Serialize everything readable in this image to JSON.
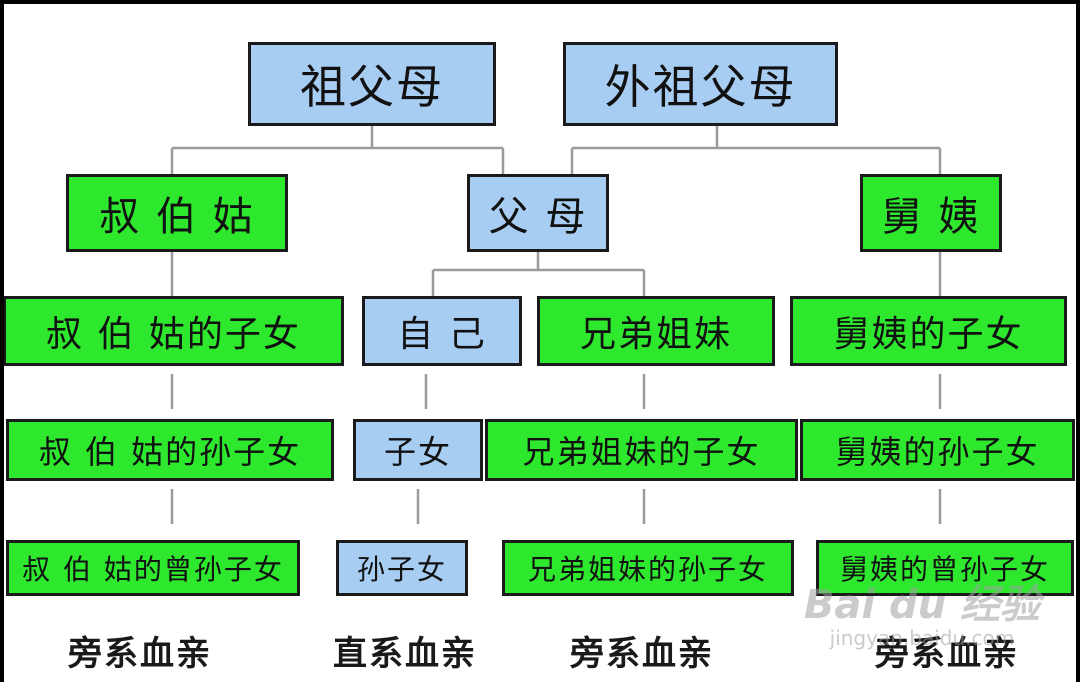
{
  "diagram": {
    "nodes": [
      {
        "id": "grandparents",
        "label": "祖父母",
        "color": "#a8cdf2"
      },
      {
        "id": "maternal-grandparents",
        "label": "外祖父母",
        "color": "#a8cdf2"
      },
      {
        "id": "paternal-uncles-aunts",
        "label": "叔 伯 姑",
        "color": "#2ee82e"
      },
      {
        "id": "parents",
        "label": "父 母",
        "color": "#a8cdf2"
      },
      {
        "id": "maternal-uncles-aunts",
        "label": "舅 姨",
        "color": "#2ee82e"
      },
      {
        "id": "paternal-cousins",
        "label": "叔 伯 姑的子女",
        "color": "#2ee82e"
      },
      {
        "id": "self",
        "label": "自 己",
        "color": "#a8cdf2"
      },
      {
        "id": "siblings",
        "label": "兄弟姐妹",
        "color": "#2ee82e"
      },
      {
        "id": "maternal-cousins",
        "label": "舅姨的子女",
        "color": "#2ee82e"
      },
      {
        "id": "paternal-cousins-children",
        "label": "叔 伯 姑的孙子女",
        "color": "#2ee82e"
      },
      {
        "id": "children",
        "label": "子女",
        "color": "#a8cdf2"
      },
      {
        "id": "siblings-children",
        "label": "兄弟姐妹的子女",
        "color": "#2ee82e"
      },
      {
        "id": "maternal-cousins-children",
        "label": "舅姨的孙子女",
        "color": "#2ee82e"
      },
      {
        "id": "paternal-cousins-grandchildren",
        "label": "叔 伯 姑的曾孙子女",
        "color": "#2ee82e"
      },
      {
        "id": "grandchildren",
        "label": "孙子女",
        "color": "#a8cdf2"
      },
      {
        "id": "siblings-grandchildren",
        "label": "兄弟姐妹的孙子女",
        "color": "#2ee82e"
      },
      {
        "id": "maternal-cousins-grandchildren",
        "label": "舅姨的曾孙子女",
        "color": "#2ee82e"
      }
    ],
    "edges": [
      {
        "from": "grandparents",
        "to": "paternal-uncles-aunts"
      },
      {
        "from": "grandparents",
        "to": "parents"
      },
      {
        "from": "maternal-grandparents",
        "to": "parents"
      },
      {
        "from": "maternal-grandparents",
        "to": "maternal-uncles-aunts"
      },
      {
        "from": "parents",
        "to": "self"
      },
      {
        "from": "parents",
        "to": "siblings"
      },
      {
        "from": "paternal-uncles-aunts",
        "to": "paternal-cousins"
      },
      {
        "from": "maternal-uncles-aunts",
        "to": "maternal-cousins"
      },
      {
        "from": "paternal-cousins",
        "to": "paternal-cousins-children"
      },
      {
        "from": "self",
        "to": "children"
      },
      {
        "from": "siblings",
        "to": "siblings-children"
      },
      {
        "from": "maternal-cousins",
        "to": "maternal-cousins-children"
      },
      {
        "from": "paternal-cousins-children",
        "to": "paternal-cousins-grandchildren"
      },
      {
        "from": "children",
        "to": "grandchildren"
      },
      {
        "from": "siblings-children",
        "to": "siblings-grandchildren"
      },
      {
        "from": "maternal-cousins-children",
        "to": "maternal-cousins-grandchildren"
      }
    ],
    "captions": {
      "collateral_left": "旁系血亲",
      "lineal": "直系血亲",
      "collateral_middle": "旁系血亲",
      "collateral_right": "旁系血亲"
    },
    "colors": {
      "lineal_fill": "#a8cdf2",
      "collateral_fill": "#2ee82e",
      "connector": "#9a9a9a"
    }
  },
  "watermark": {
    "logo": "Bai du 经验",
    "url": "jingyan.baidu.com"
  }
}
